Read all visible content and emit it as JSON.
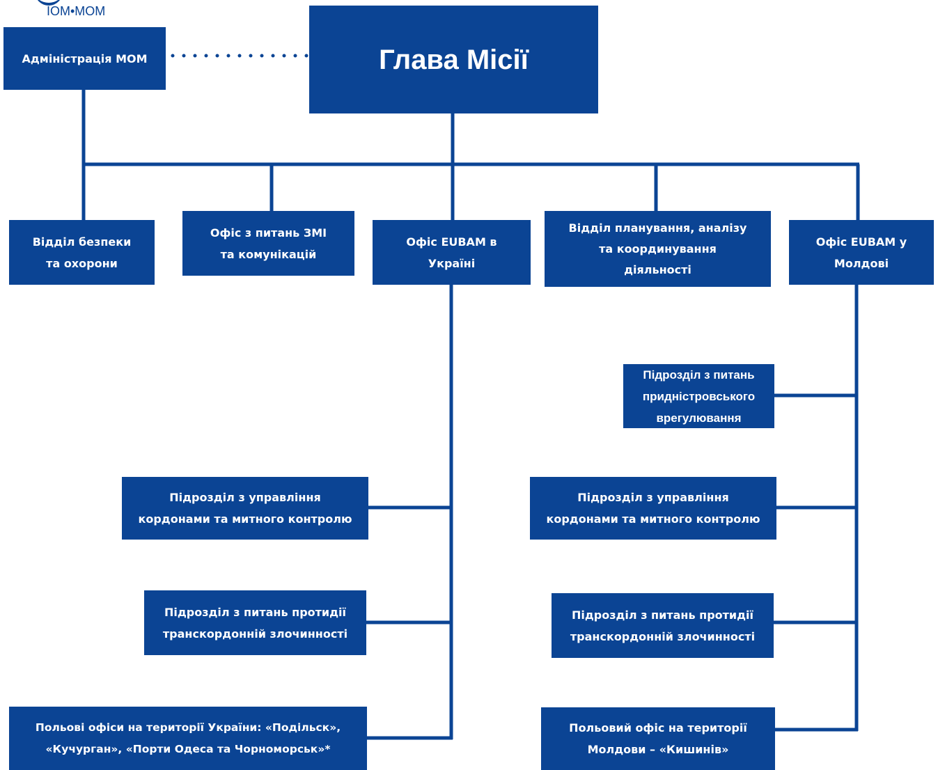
{
  "logo": {
    "text": "IOM•MOM"
  },
  "admin": "Адміністрація МОМ",
  "head": "Глава Місії",
  "level1": [
    [
      "Відділ безпеки",
      "та охорони"
    ],
    [
      "Офіс з питань ЗМІ",
      "та комунікацій"
    ],
    [
      "Офіс EUBAM в",
      "Україні"
    ],
    [
      "Відділ планування, аналізу",
      "та координування",
      "діяльності"
    ],
    [
      "Офіс EUBAM у",
      "Молдові"
    ]
  ],
  "ukraine_units": [
    [
      "Підрозділ з управління",
      "кордонами та митного контролю"
    ],
    [
      "Підрозділ з питань протидії",
      "транскордонній злочинності"
    ],
    [
      "Польові офіси на території України: «Подільск»,",
      "«Кучурган», «Порти Одеса та Чорноморськ»*"
    ]
  ],
  "moldova_units": [
    [
      "Підрозділ з питань",
      "придністровського",
      "врегулювання"
    ],
    [
      "Підрозділ з управління",
      "кордонами та митного контролю"
    ],
    [
      "Підрозділ з питань протидії",
      "транскордонній злочинності"
    ],
    [
      "Польовий офіс на території",
      "Молдови – «Кишинів»"
    ]
  ],
  "colors": {
    "primary": "#0b4494",
    "text": "#ffffff"
  }
}
